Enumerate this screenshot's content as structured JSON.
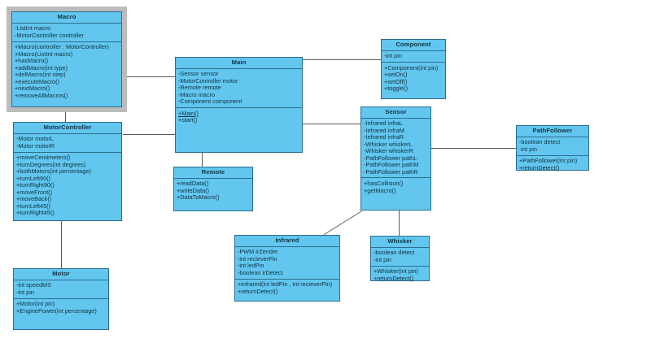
{
  "diagram": {
    "kind": "uml-class-diagram",
    "background": "#ffffff",
    "class_fill": "#62c6ef",
    "class_border": "#2b6f8c",
    "selection_border": "#bcbcbc",
    "line_color": "#5a5a5a"
  },
  "classes": {
    "macro": {
      "name": "Macro",
      "attributes": [
        "-ListInt macro",
        "-MotorController controller"
      ],
      "methods": [
        "+Macro(controller : MotorController)",
        "+Macro(ListInt macro)",
        "+hasMacro()",
        "+addMacro(int type)",
        "+delMacro(int step)",
        "+executeMacro()",
        "+nextMacro()",
        "+removeAllMacros()"
      ]
    },
    "motorcontroller": {
      "name": "MotorController",
      "attributes": [
        "-Motor motorL",
        "-Motor motorR"
      ],
      "methods": [
        "+moveCentimeters()",
        "+turnDegrees(int degrees)",
        "+bothMotors(int percentage)",
        "+turnLeft90()",
        "+turnRight90()",
        "+moveFront()",
        "+moveBack()",
        "+turnLeft45()",
        "+turnRight45()"
      ]
    },
    "motor": {
      "name": "Motor",
      "attributes": [
        "-int speedMS",
        "-int pin"
      ],
      "methods": [
        "+Motor(int pin)",
        "+EnginePower(int percentage)"
      ]
    },
    "main": {
      "name": "Main",
      "attributes": [
        "-Sensor sensor",
        "-MotorController motor",
        "-Remote remote",
        "-Macro macro",
        "-Component component"
      ],
      "methods": [
        "+Main()",
        "+start()"
      ],
      "static_methods": [
        "+Main()"
      ]
    },
    "remote": {
      "name": "Remote",
      "attributes": [],
      "methods": [
        "+readData()",
        "+writeData()",
        "+DataToMacro()"
      ]
    },
    "component": {
      "name": "Component",
      "attributes": [
        "-int pin"
      ],
      "methods": [
        "+Component(int pin)",
        "+setOn()",
        "+setOff()",
        "+toggle()"
      ]
    },
    "sensor": {
      "name": "Sensor",
      "attributes": [
        "-Infrared infraL",
        "-Infrared infraM",
        "-Infrared infraR",
        "-Whisker whiskerL",
        "-Whisker whiskerR",
        "-PathFollower pathL",
        "-PathFollower pathM",
        "-PathFollower pathR"
      ],
      "methods": [
        "+hasCollision()",
        "+getMacro()"
      ]
    },
    "pathfollower": {
      "name": "PathFollower",
      "attributes": [
        "-boolean detect",
        "-int pin"
      ],
      "methods": [
        "+PathFollower(int pin)",
        "+returnDetect()"
      ]
    },
    "infrared": {
      "name": "Infrared",
      "attributes": [
        "-PWM irZender",
        "-int recieverPin",
        "-int ledPin",
        "-boolean irDetect"
      ],
      "methods": [
        "+infrared(int ledPin , int recieverPin)",
        "+returnDetect()"
      ]
    },
    "whisker": {
      "name": "Whisker",
      "attributes": [
        "-boolean detect",
        "-int pin"
      ],
      "methods": [
        "+Whisker(int pin)",
        "+returnDetect()"
      ]
    }
  },
  "associations": [
    {
      "from": "Macro",
      "to": "Main"
    },
    {
      "from": "Macro",
      "to": "MotorController"
    },
    {
      "from": "MotorController",
      "to": "Main"
    },
    {
      "from": "MotorController",
      "to": "Motor"
    },
    {
      "from": "Main",
      "to": "Remote"
    },
    {
      "from": "Main",
      "to": "Component"
    },
    {
      "from": "Main",
      "to": "Sensor"
    },
    {
      "from": "Sensor",
      "to": "PathFollower"
    },
    {
      "from": "Sensor",
      "to": "Whisker"
    },
    {
      "from": "Sensor",
      "to": "Infrared"
    }
  ]
}
